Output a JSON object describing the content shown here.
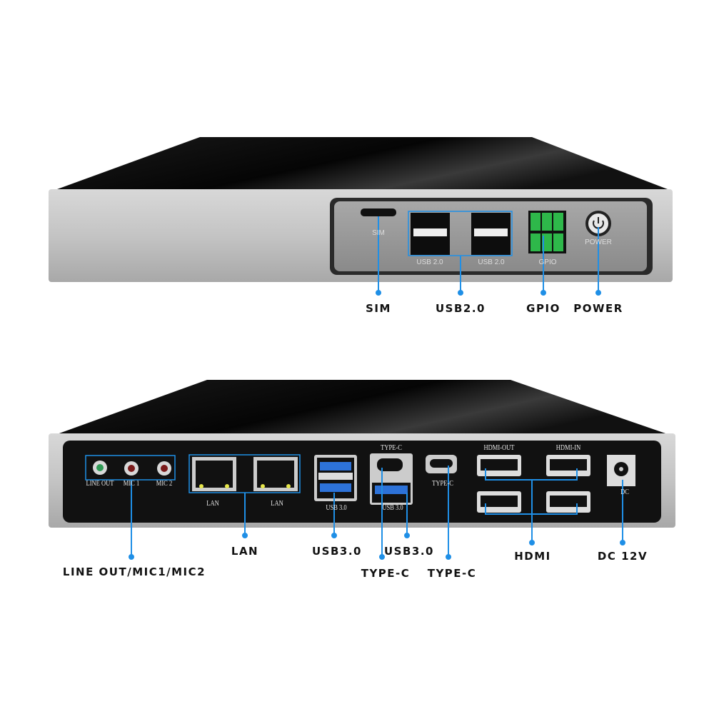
{
  "accent_color": "#1f8fe6",
  "top_unit": {
    "device_labels": {
      "sim": "SIM",
      "usb1": "USB 2.0",
      "usb2": "USB 2.0",
      "gpio": "GPIO",
      "power": "POWER"
    },
    "callouts": {
      "sim": "SIM",
      "usb": "USB2.0",
      "gpio": "GPIO",
      "power": "POWER"
    }
  },
  "bottom_unit": {
    "device_labels": {
      "line_out": "LINE OUT",
      "mic1": "MIC 1",
      "mic2": "MIC 2",
      "lan1": "LAN",
      "lan2": "LAN",
      "usb3_1": "USB 3.0",
      "usb3_2": "USB 3.0",
      "typec_top": "TYPE-C",
      "typec_right": "TYPE-C",
      "hdmi_out": "HDMI-OUT",
      "hdmi_in": "HDMI-IN",
      "dc": "DC"
    },
    "callouts": {
      "audio": "LINE OUT/MIC1/MIC2",
      "lan": "LAN",
      "usb3_1": "USB3.0",
      "usb3_2": "USB3.0",
      "typec_1": "TYPE-C",
      "typec_2": "TYPE-C",
      "hdmi": "HDMI",
      "dc": "DC 12V"
    }
  }
}
